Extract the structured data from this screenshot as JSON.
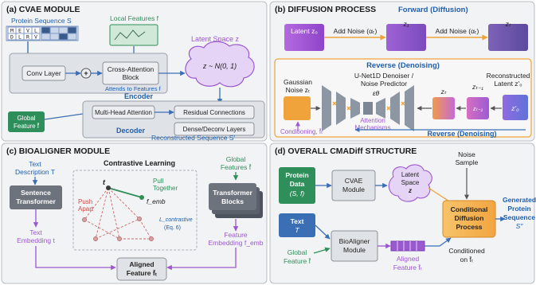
{
  "panels": {
    "a": {
      "title": "(a) CVAE MODULE",
      "protein_sequence": "Protein Sequence S",
      "seq_cells": [
        "M",
        "E",
        "V",
        "L",
        "D",
        "L",
        "R",
        "V"
      ],
      "local_features": "Local Features f",
      "latent_space": "Latent Space z",
      "latent_formula": "z ~ N(0, 1)",
      "conv_layer": "Conv Layer",
      "plus": "+",
      "cross_attention": [
        "Cross-Attention",
        "Block"
      ],
      "attends_to": "Attends to Features f",
      "encoder": "Encoder",
      "global_feature": [
        "Global",
        "Feature f̄"
      ],
      "multihead": "Multi-Head Attention",
      "residual": "Residual Connections",
      "dense": "Dense/Deconv Layers",
      "decoder": "Decoder",
      "reconstructed": "Reconstructed Sequence S′"
    },
    "b": {
      "title": "(b) DIFFUSION PROCESS",
      "forward_label": "Forward (Diffusion)",
      "latent_z0": "Latent z₀",
      "add_noise_1": "Add Noise (αₜ)",
      "z1": "z₁",
      "add_noise_2": "Add Noise (αₜ)",
      "zT": "zₜ",
      "reverse_top": "Reverse (Denoising)",
      "unet": [
        "U-Net1D Denoiser /",
        "Noise Predictor"
      ],
      "eps": "εθ",
      "gaussian": [
        "Gaussian",
        "Noise zₜ"
      ],
      "attention": [
        "Attention",
        "Mechanisms"
      ],
      "zT_box": "zₜ",
      "zt1_above": "zₜ₋₁",
      "zt1_box": "zₜ₋₁",
      "recon_latent": [
        "Reconstructed",
        "Latent z′₀"
      ],
      "z0p_box": "z′₀",
      "conditioning": "Conditioning, f̄ₜ",
      "reverse_bottom": "Reverse (Denoising)"
    },
    "c": {
      "title": "(c) BIOALIGNER MODULE",
      "text_desc": [
        "Text",
        "Description T"
      ],
      "sentence": [
        "Sentence",
        "Transformer"
      ],
      "text_emb": [
        "Text",
        "Embedding t"
      ],
      "contrastive": "Contrastive Learning",
      "t_label": "t",
      "pull": [
        "Pull",
        "Together"
      ],
      "femb": "f_emb",
      "push": [
        "Push",
        "Apart"
      ],
      "loss": [
        "L_contrastive",
        "(Eq. 6)"
      ],
      "global_features": [
        "Global",
        "Features f̄"
      ],
      "transformer_blocks": [
        "Transformer",
        "Blocks"
      ],
      "feature_emb": [
        "Feature",
        "Embedding f_emb"
      ],
      "aligned": [
        "Aligned",
        "Feature f̄ₜ"
      ]
    },
    "d": {
      "title": "(d) OVERALL CMADiff STRUCTURE",
      "protein_data": [
        "Protein",
        "Data",
        "(S, f)"
      ],
      "cvae_module": [
        "CVAE",
        "Module"
      ],
      "latent": [
        "Latent",
        "Space",
        "z"
      ],
      "noise_sample": [
        "Noise",
        "Sample"
      ],
      "cond_diff": [
        "Conditional",
        "Diffusion",
        "Process"
      ],
      "generated": [
        "Generated",
        "Protein",
        "Sequence",
        "S″"
      ],
      "text": [
        "Text",
        "T"
      ],
      "global_feature": [
        "Global",
        "Feature f̄"
      ],
      "bioaligner": [
        "BioAligner",
        "Module"
      ],
      "aligned": [
        "Aligned",
        "Feature f̄ₜ"
      ],
      "conditioned": [
        "Conditioned",
        "on f̄ₜ"
      ]
    }
  },
  "colors": {
    "panel_bg": "#f2f3f5",
    "panel_border": "#b9bcc2",
    "blue_text": "#1f5fae",
    "purple": "#9b59d0",
    "orange": "#f0a33a",
    "green": "#2f8f5a",
    "box_gray": "#dfe2e7"
  }
}
